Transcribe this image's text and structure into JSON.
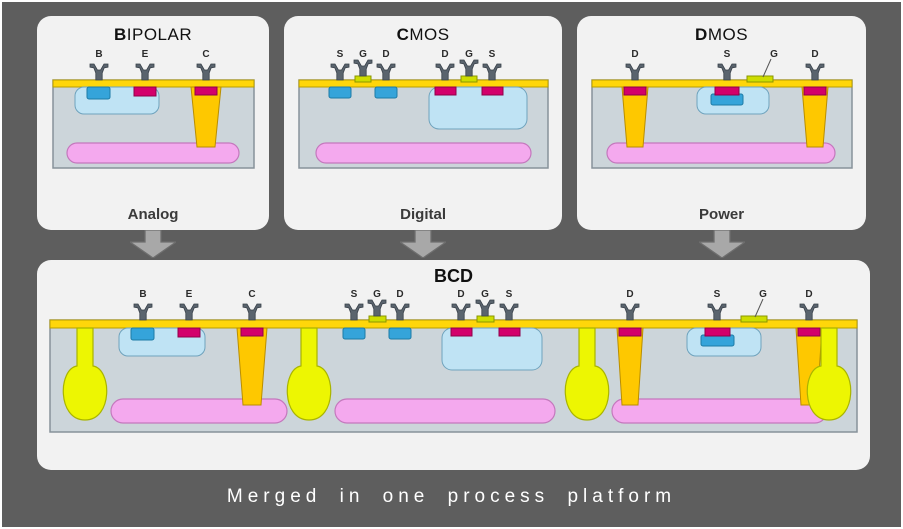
{
  "frame": {
    "caption": "Merged in one process platform"
  },
  "panels": [
    {
      "title_lead": "B",
      "title_rest": "IPOLAR",
      "category": "Analog",
      "terminals": [
        "B",
        "E",
        "C"
      ]
    },
    {
      "title_lead": "C",
      "title_rest": "MOS",
      "category": "Digital",
      "terminals": [
        "S",
        "G",
        "D",
        "D",
        "G",
        "S"
      ]
    },
    {
      "title_lead": "D",
      "title_rest": "MOS",
      "category": "Power",
      "terminals": [
        "D",
        "S",
        "G",
        "D"
      ]
    }
  ],
  "bcd": {
    "title": "BCD",
    "terminals": [
      "B",
      "E",
      "C",
      "S",
      "G",
      "D",
      "D",
      "G",
      "S",
      "D",
      "S",
      "G",
      "D"
    ]
  },
  "legend_colors": {
    "background_gray": "#5e5e5e",
    "panel_light": "#f2f2f2",
    "substrate_gray_blue": "#ccd5da",
    "top_oxide_yellow": "#ffd60a",
    "well_light_blue": "#bfe3f4",
    "n_region_blue": "#35a4da",
    "p_region_crimson": "#d3006b",
    "sinker_gold": "#fec800",
    "buried_layer_pink": "#f4a9ee",
    "isolation_chartreuse": "#edf602",
    "gate_olive": "#cddd00",
    "contact_gray": "#5a646e",
    "arrow_gray": "#a8a8a8",
    "caption_white": "#ffffff"
  }
}
